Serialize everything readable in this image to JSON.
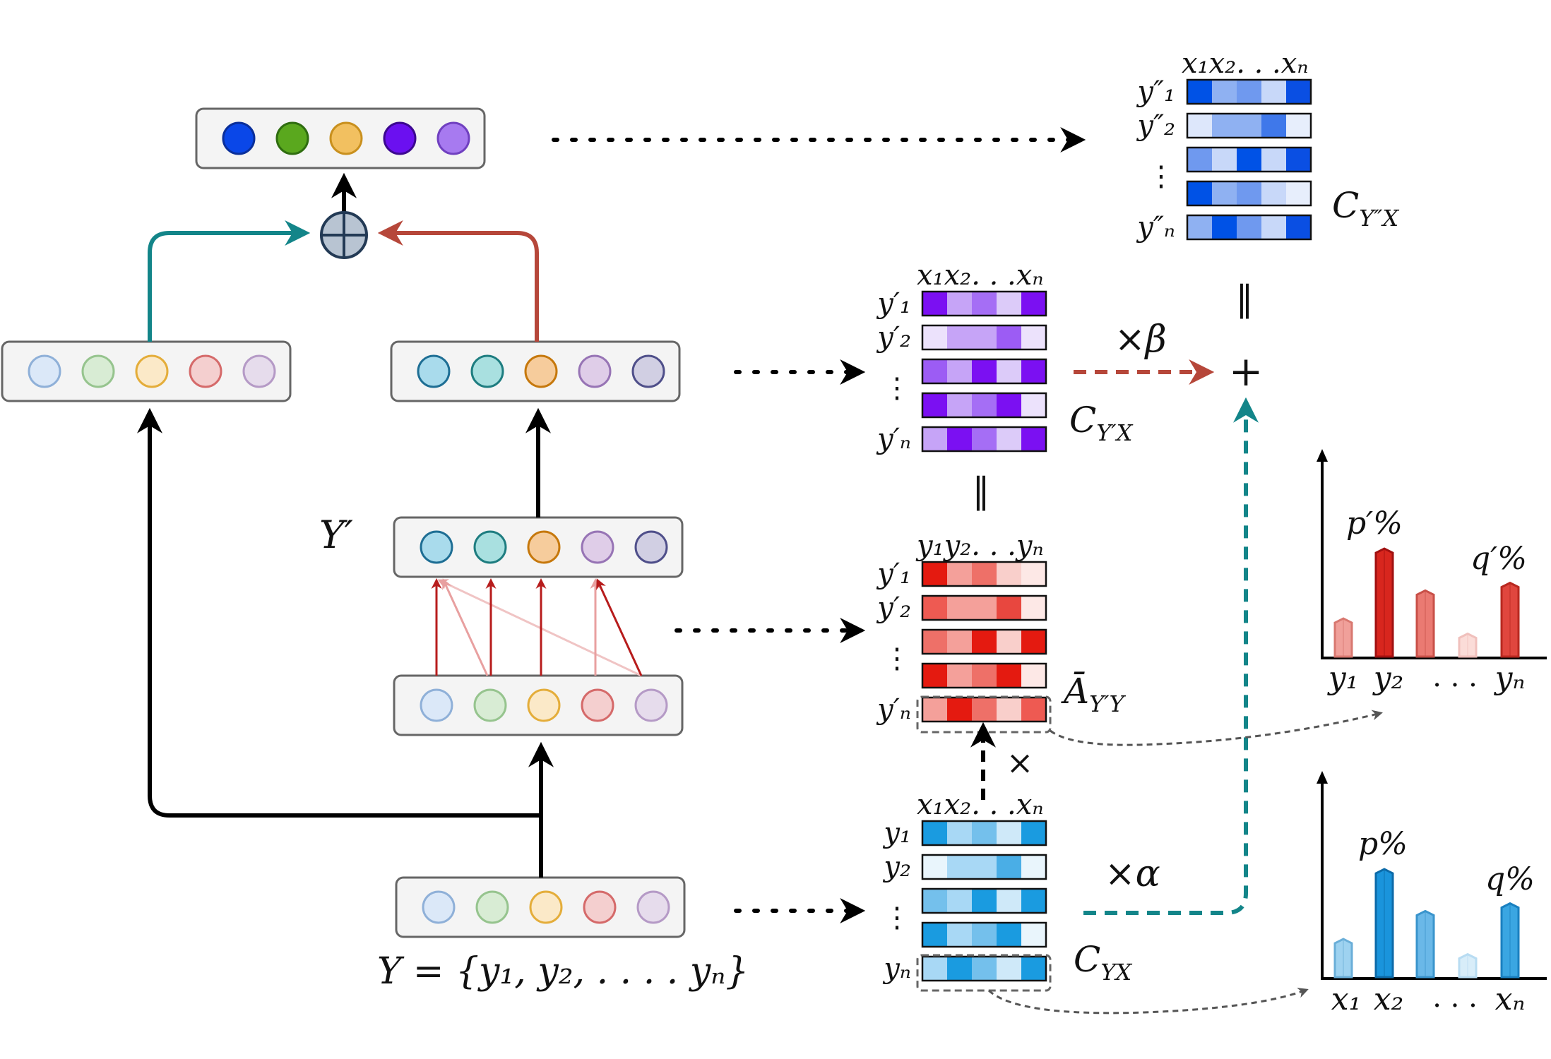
{
  "labels": {
    "y_prime_label": "Y′",
    "y_set_label": "Y = {y₁, y₂, . . . . yₙ}",
    "c_y2x_label": "C",
    "c_y2x_sub": "Y″X",
    "c_y1x_label": "C",
    "c_y1x_sub": "Y′X",
    "a_label": "Ā",
    "a_sub": "Y′Y",
    "c_yx_label": "C",
    "c_yx_sub": "YX",
    "times_beta": "×β",
    "times_alpha": "×α",
    "times": "×",
    "plus": "+",
    "equals_1": "‖",
    "equals_2": "‖"
  },
  "matrices": {
    "c_y2x": {
      "cols": "x₁x₂. . .xₙ",
      "rows": [
        "y″₁",
        "y″₂",
        "⋮",
        "y″ₙ"
      ],
      "cells": [
        [
          "#0052e6",
          "#8fb1f2",
          "#6f99ef",
          "#c8d8f9",
          "#0a4fe3"
        ],
        [
          "#dde7fb",
          "#8fb1f2",
          "#8fb1f2",
          "#3f78ea",
          "#e7eefc"
        ],
        [
          "#6f99ef",
          "#c8d8f9",
          "#0052e6",
          "#c8d8f9",
          "#0a4fe3"
        ],
        [
          "#0052e6",
          "#8fb1f2",
          "#6f99ef",
          "#c8d8f9",
          "#e7eefc"
        ],
        [
          "#8fb1f2",
          "#0052e6",
          "#6f99ef",
          "#c8d8f9",
          "#0a4fe3"
        ]
      ]
    },
    "c_y1x": {
      "cols": "x₁x₂. . .xₙ",
      "rows": [
        "y′₁",
        "y′₂",
        "⋮",
        "y′ₙ"
      ],
      "cells": [
        [
          "#7b10f2",
          "#c6a4f7",
          "#a56ef5",
          "#dccbf9",
          "#7b10f2"
        ],
        [
          "#ece2fc",
          "#c6a4f7",
          "#c6a4f7",
          "#9c5cf4",
          "#ece2fc"
        ],
        [
          "#9c5cf4",
          "#c6a4f7",
          "#7b10f2",
          "#dccbf9",
          "#7b10f2"
        ],
        [
          "#7b10f2",
          "#c6a4f7",
          "#a56ef5",
          "#7b10f2",
          "#ece2fc"
        ],
        [
          "#c6a4f7",
          "#7b10f2",
          "#a56ef5",
          "#dccbf9",
          "#7b10f2"
        ]
      ]
    },
    "a_y1y": {
      "cols": "y₁y₂. . .yₙ",
      "rows": [
        "y′₁",
        "y′₂",
        "⋮",
        "y′ₙ"
      ],
      "cells": [
        [
          "#e41a10",
          "#f4a09a",
          "#ee7068",
          "#f9cfcb",
          "#fde8e6"
        ],
        [
          "#ee5a52",
          "#f4a09a",
          "#f4a09a",
          "#e8473f",
          "#fde8e6"
        ],
        [
          "#ee7068",
          "#f4a09a",
          "#e41a10",
          "#f9cfcb",
          "#e41a10"
        ],
        [
          "#e41a10",
          "#f4a09a",
          "#ee7068",
          "#e41a10",
          "#fde8e6"
        ],
        [
          "#f4a09a",
          "#e41a10",
          "#ee7068",
          "#f9cfcb",
          "#ee5a52"
        ]
      ]
    },
    "c_yx": {
      "cols": "x₁x₂. . .xₙ",
      "rows": [
        "y₁",
        "y₂",
        "⋮",
        "yₙ"
      ],
      "cells": [
        [
          "#1a9be0",
          "#a8d8f5",
          "#74c0ec",
          "#cfe9f9",
          "#1a9be0"
        ],
        [
          "#e9f5fc",
          "#a8d8f5",
          "#a8d8f5",
          "#4aaee6",
          "#e9f5fc"
        ],
        [
          "#74c0ec",
          "#a8d8f5",
          "#1a9be0",
          "#cfe9f9",
          "#1a9be0"
        ],
        [
          "#1a9be0",
          "#a8d8f5",
          "#74c0ec",
          "#1a9be0",
          "#e9f5fc"
        ],
        [
          "#a8d8f5",
          "#1a9be0",
          "#74c0ec",
          "#cfe9f9",
          "#1a9be0"
        ]
      ]
    }
  },
  "nodes": {
    "output": [
      {
        "fill": "#0a47e8",
        "stroke": "#0a2f9a"
      },
      {
        "fill": "#5aa81e",
        "stroke": "#2f6d10"
      },
      {
        "fill": "#f2c060",
        "stroke": "#c9901e"
      },
      {
        "fill": "#6b10f0",
        "stroke": "#3c0890"
      },
      {
        "fill": "#a77af0",
        "stroke": "#7040c0"
      }
    ],
    "left_skip": [
      {
        "fill": "#dbe8f8",
        "stroke": "#8fb0d8"
      },
      {
        "fill": "#d8ecd4",
        "stroke": "#96c48e"
      },
      {
        "fill": "#fbe9c8",
        "stroke": "#e4ad3a"
      },
      {
        "fill": "#f4cfcf",
        "stroke": "#d56a6a"
      },
      {
        "fill": "#e6dcec",
        "stroke": "#b59ac6"
      }
    ],
    "mid_upper": [
      {
        "fill": "#a9dbec",
        "stroke": "#1e6e94"
      },
      {
        "fill": "#a9e0e0",
        "stroke": "#1e7d80"
      },
      {
        "fill": "#f6cc9c",
        "stroke": "#c6780c"
      },
      {
        "fill": "#dfcde8",
        "stroke": "#9774b5"
      },
      {
        "fill": "#d1cfe3",
        "stroke": "#4f4f8a"
      }
    ],
    "y_prime": [
      {
        "fill": "#a9dbec",
        "stroke": "#1e6e94"
      },
      {
        "fill": "#a9e0e0",
        "stroke": "#1e7d80"
      },
      {
        "fill": "#f6cc9c",
        "stroke": "#c6780c"
      },
      {
        "fill": "#dfcde8",
        "stroke": "#9774b5"
      },
      {
        "fill": "#d1cfe3",
        "stroke": "#4f4f8a"
      }
    ],
    "attention_in": [
      {
        "fill": "#dbe8f8",
        "stroke": "#8fb0d8"
      },
      {
        "fill": "#d8ecd4",
        "stroke": "#96c48e"
      },
      {
        "fill": "#fbe9c8",
        "stroke": "#e4ad3a"
      },
      {
        "fill": "#f4cfcf",
        "stroke": "#d56a6a"
      },
      {
        "fill": "#e6dcec",
        "stroke": "#b59ac6"
      }
    ],
    "input": [
      {
        "fill": "#dbe8f8",
        "stroke": "#8fb0d8"
      },
      {
        "fill": "#d8ecd4",
        "stroke": "#96c48e"
      },
      {
        "fill": "#fbe9c8",
        "stroke": "#e4ad3a"
      },
      {
        "fill": "#f4cfcf",
        "stroke": "#d56a6a"
      },
      {
        "fill": "#e6dcec",
        "stroke": "#b59ac6"
      }
    ]
  },
  "bar_charts": {
    "red": {
      "x_labels": [
        "y₁",
        "y₂",
        ". . .",
        "yₙ"
      ],
      "annotations": [
        "p′%",
        "q′%"
      ],
      "values": [
        0.3,
        0.85,
        0.52,
        0.18,
        0.58
      ],
      "colors": [
        "#f0a09a",
        "#d8261e",
        "#ea7a72",
        "#fbdcd8",
        "#e0463e"
      ],
      "edges": [
        "#d87870",
        "#a01010",
        "#c85048",
        "#f0c0bc",
        "#b82820"
      ]
    },
    "blue": {
      "x_labels": [
        "x₁",
        "x₂",
        ". . .",
        "xₙ"
      ],
      "annotations": [
        "p%",
        "q%"
      ],
      "values": [
        0.3,
        0.85,
        0.52,
        0.18,
        0.58
      ],
      "colors": [
        "#9ed2f0",
        "#1a94dc",
        "#6ab8e8",
        "#d8edf9",
        "#3aa6e2"
      ],
      "edges": [
        "#6aaed8",
        "#0c6aa8",
        "#3a94cc",
        "#b8dcf2",
        "#1a80c0"
      ]
    }
  },
  "colors": {
    "teal": "#138589",
    "red_arrow": "#b6473a",
    "attention_dark": "#b71c1c",
    "attention_light": "#e8a0a0",
    "attention_faint": "#f0c4c4",
    "box_fill": "#f4f4f4",
    "box_stroke": "#666666",
    "sum_fill": "#b8c4d2",
    "sum_stroke": "#233a55"
  }
}
